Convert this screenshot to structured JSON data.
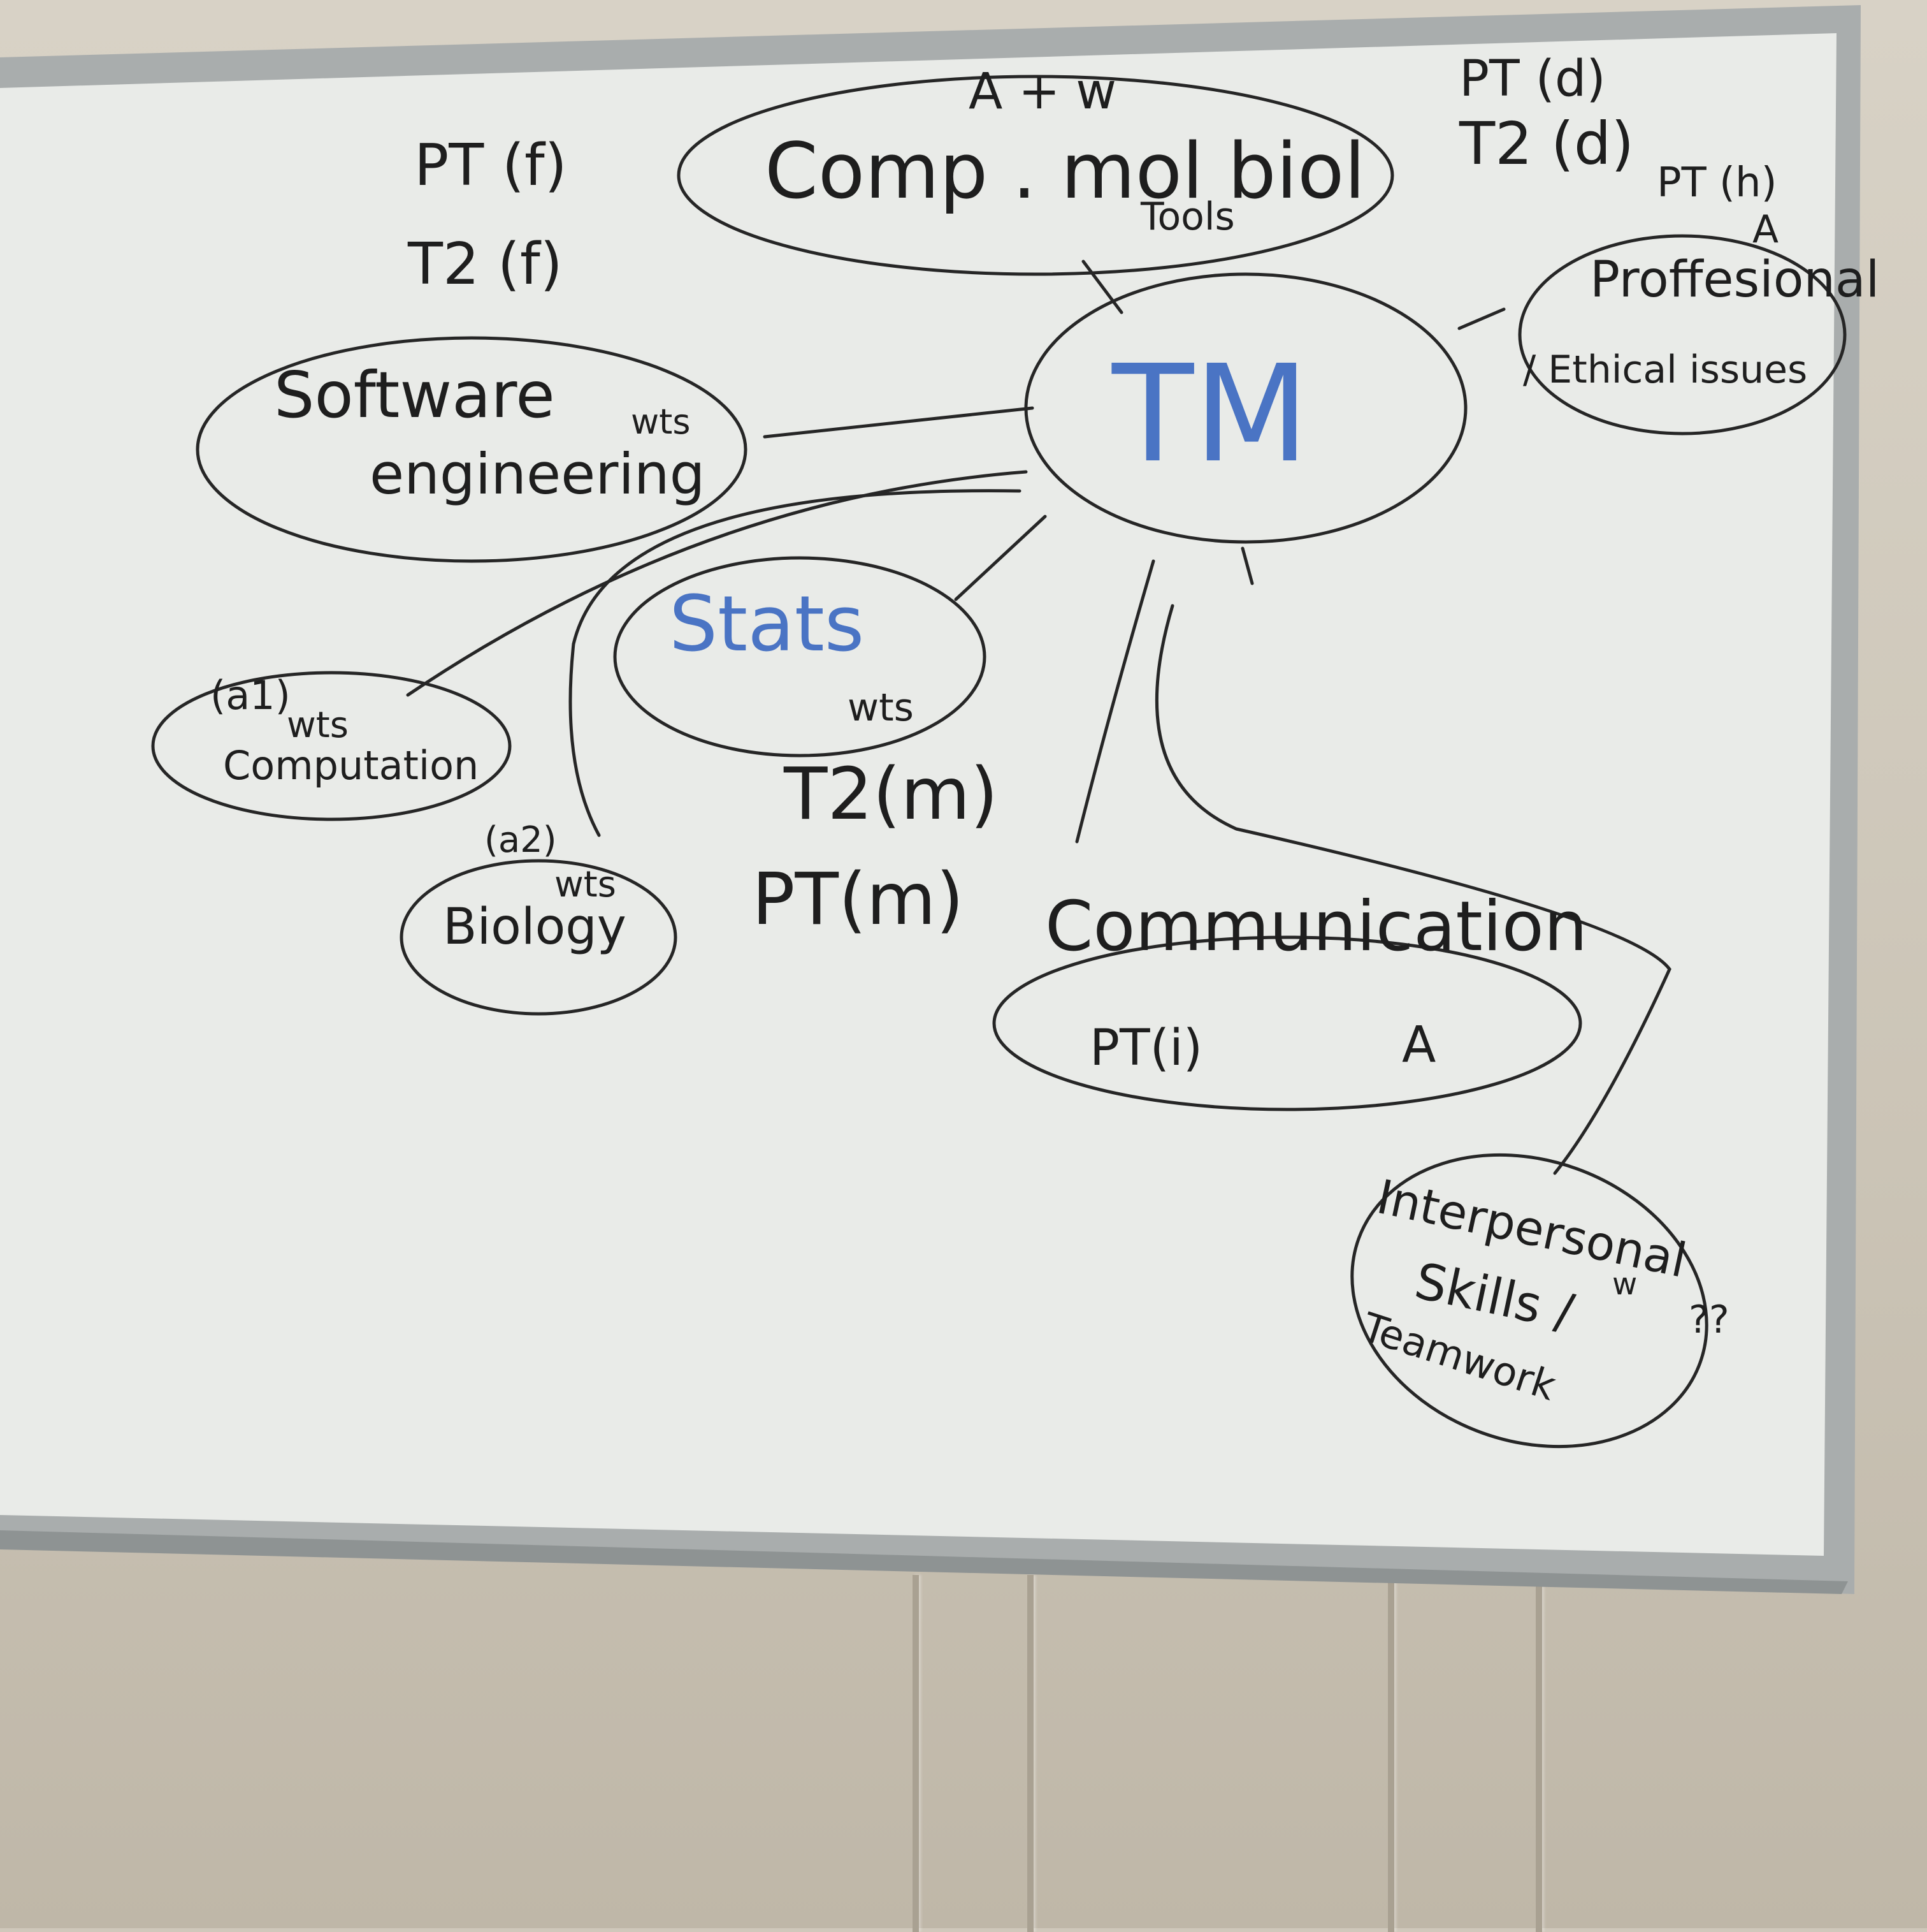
{
  "colors": {
    "board": "#e9ebe8",
    "frame": "#a9adad",
    "ink": "#1e1e1e",
    "blue_ink": "#4a74c4",
    "wall": "#cfc8bb"
  },
  "center": {
    "label": "TM"
  },
  "nodes": {
    "comp_mol_biol": {
      "label": "Comp . mol biol",
      "above": "A + w",
      "below": "Tools"
    },
    "software_engineering": {
      "line1": "Software",
      "line2": "engineering",
      "tag": "wts"
    },
    "stats": {
      "label": "Stats",
      "tag": "wts"
    },
    "computation": {
      "ref": "(a1)",
      "tag": "wts",
      "label": "Computation"
    },
    "biology": {
      "ref": "(a2)",
      "tag": "wts",
      "label": "Biology"
    },
    "professional": {
      "line1": "Proffesional",
      "line2": "/ Ethical issues",
      "above": "A"
    },
    "communication": {
      "label": "Communication",
      "pt": "PT(i)",
      "tag": "A"
    },
    "interpersonal": {
      "line1": "Interpersonal",
      "line2": "Skills /",
      "line3": "Teamwork",
      "tag": "w",
      "extra": "??"
    }
  },
  "notes": {
    "pt_f": "PT (f)",
    "t2_f": "T2 (f)",
    "pt_d": "PT (d)",
    "t2_d": "T2 (d)",
    "pt_h": "PT (h)",
    "t2_m": "T2(m)",
    "pt_m": "PT(m)"
  }
}
